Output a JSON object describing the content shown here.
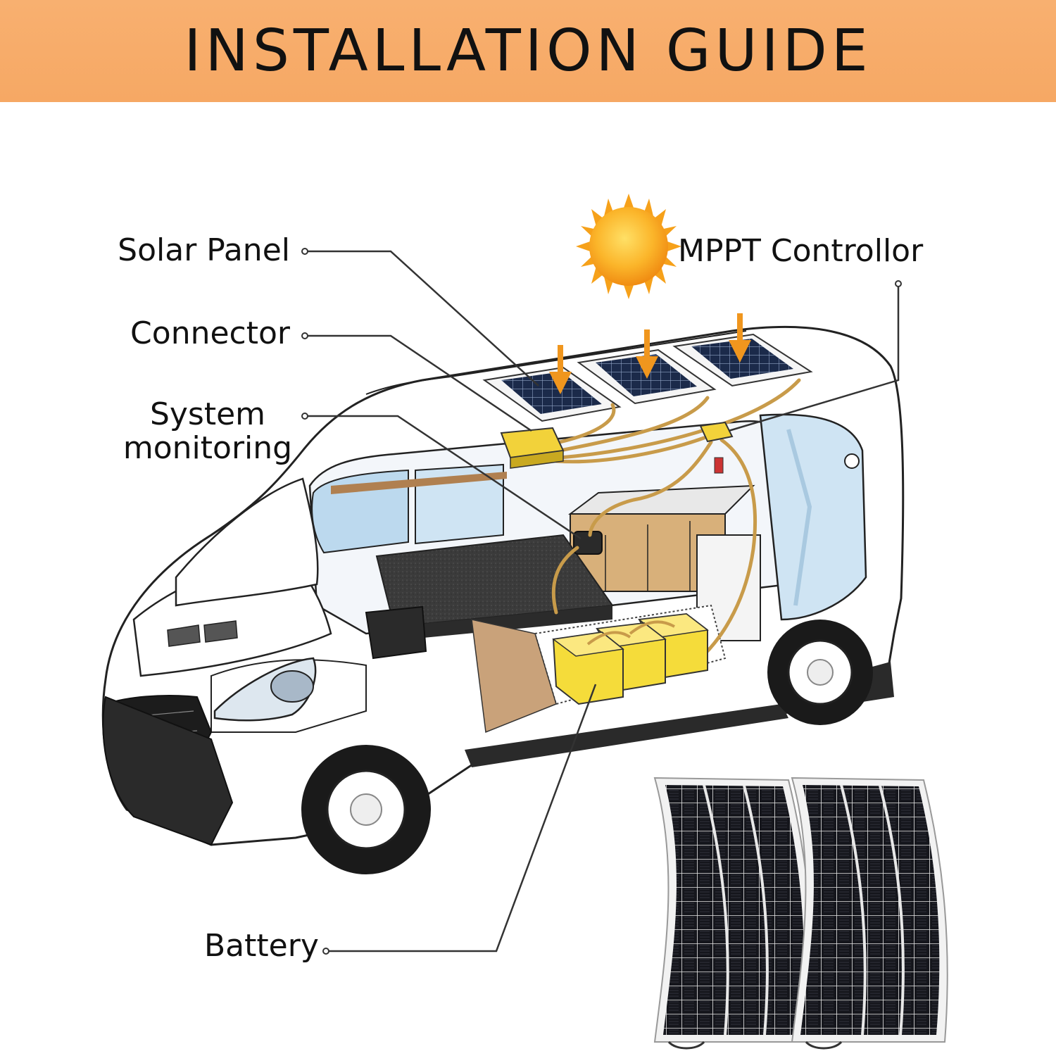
{
  "banner": {
    "title": "INSTALLATION GUIDE",
    "color": "#f6a864"
  },
  "labels": {
    "solar_panel": "Solar Panel",
    "connector": "Connector",
    "system_monitoring_line1": "System",
    "system_monitoring_line2": "monitoring",
    "mppt_controller": "MPPT Controllor",
    "battery": "Battery"
  },
  "colors": {
    "battery": "#f5dc3a",
    "controller": "#f2d23a",
    "sun": "#f7a81c",
    "panel_cells": "#1b2a4a",
    "van_body": "#ffffff",
    "van_outline": "#222222",
    "leader_line": "#333333",
    "cable": "#c89b4a"
  },
  "icons": [
    "sun-icon",
    "arrow-down-icon",
    "solar-panel-icon",
    "battery-icon",
    "controller-icon",
    "van-illustration",
    "flexible-solar-panel-icon"
  ]
}
